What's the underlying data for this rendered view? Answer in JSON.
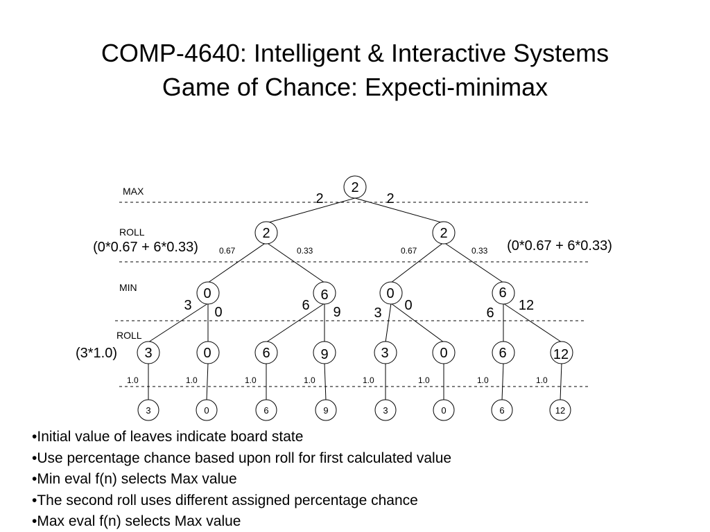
{
  "title": {
    "line1": "COMP-4640: Intelligent & Interactive Systems",
    "line2": "Game of Chance: Expecti-minimax"
  },
  "levels": {
    "max": "MAX",
    "roll1": "ROLL",
    "min": "MIN",
    "roll2": "ROLL"
  },
  "tree": {
    "root": "2",
    "root_edges": [
      "2",
      "2"
    ],
    "roll1": [
      "2",
      "2"
    ],
    "roll1_probs": [
      "0.67",
      "0.33",
      "0.67",
      "0.33"
    ],
    "roll1_formulas": [
      "(0*0.67 + 6*0.33)",
      "(0*0.67 + 6*0.33)"
    ],
    "min": [
      "0",
      "6",
      "0",
      "6"
    ],
    "min_edges": [
      "3",
      "0",
      "6",
      "9",
      "3",
      "0",
      "6",
      "12"
    ],
    "roll2": [
      "3",
      "0",
      "6",
      "9",
      "3",
      "0",
      "6",
      "12"
    ],
    "roll2_formula": "(3*1.0)",
    "roll2_probs": [
      "1.0",
      "1.0",
      "1.0",
      "1.0",
      "1.0",
      "1.0",
      "1.0",
      "1.0"
    ],
    "leaves": [
      "3",
      "0",
      "6",
      "9",
      "3",
      "0",
      "6",
      "12"
    ]
  },
  "bullets": [
    "Initial value of leaves indicate board state",
    "Use percentage chance based upon roll for first calculated value",
    "Min eval f(n) selects Max value",
    "The second roll uses different assigned percentage chance",
    "Max eval f(n) selects Max value"
  ]
}
